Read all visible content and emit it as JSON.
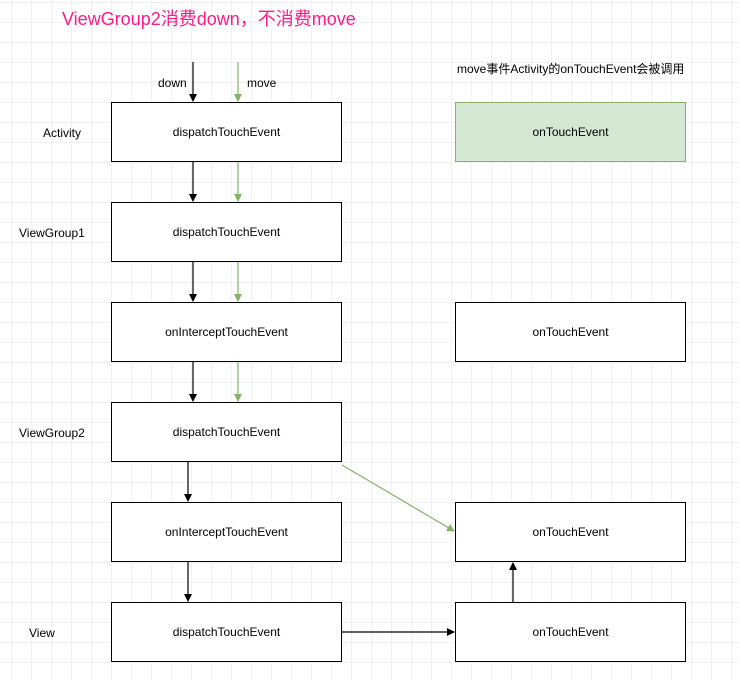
{
  "title": "ViewGroup2消费down，不消费move",
  "note": "move事件Activity的onTouchEvent会被调用",
  "arrows": {
    "down": "down",
    "move": "move"
  },
  "rows": {
    "activity": "Activity",
    "viewgroup1": "ViewGroup1",
    "viewgroup2": "ViewGroup2",
    "view": "View"
  },
  "left_boxes": {
    "activity_dispatch": "dispatchTouchEvent",
    "vg1_dispatch": "dispatchTouchEvent",
    "vg1_intercept": "onInterceptTouchEvent",
    "vg2_dispatch": "dispatchTouchEvent",
    "vg2_intercept": "onInterceptTouchEvent",
    "view_dispatch": "dispatchTouchEvent"
  },
  "right_boxes": {
    "activity_touch": "onTouchEvent",
    "vg1_touch": "onTouchEvent",
    "vg2_touch": "onTouchEvent",
    "view_touch": "onTouchEvent"
  },
  "colors": {
    "title": "#ff1a8c",
    "move_arrow": "#82b366",
    "highlight_fill": "#d5e8d4"
  }
}
